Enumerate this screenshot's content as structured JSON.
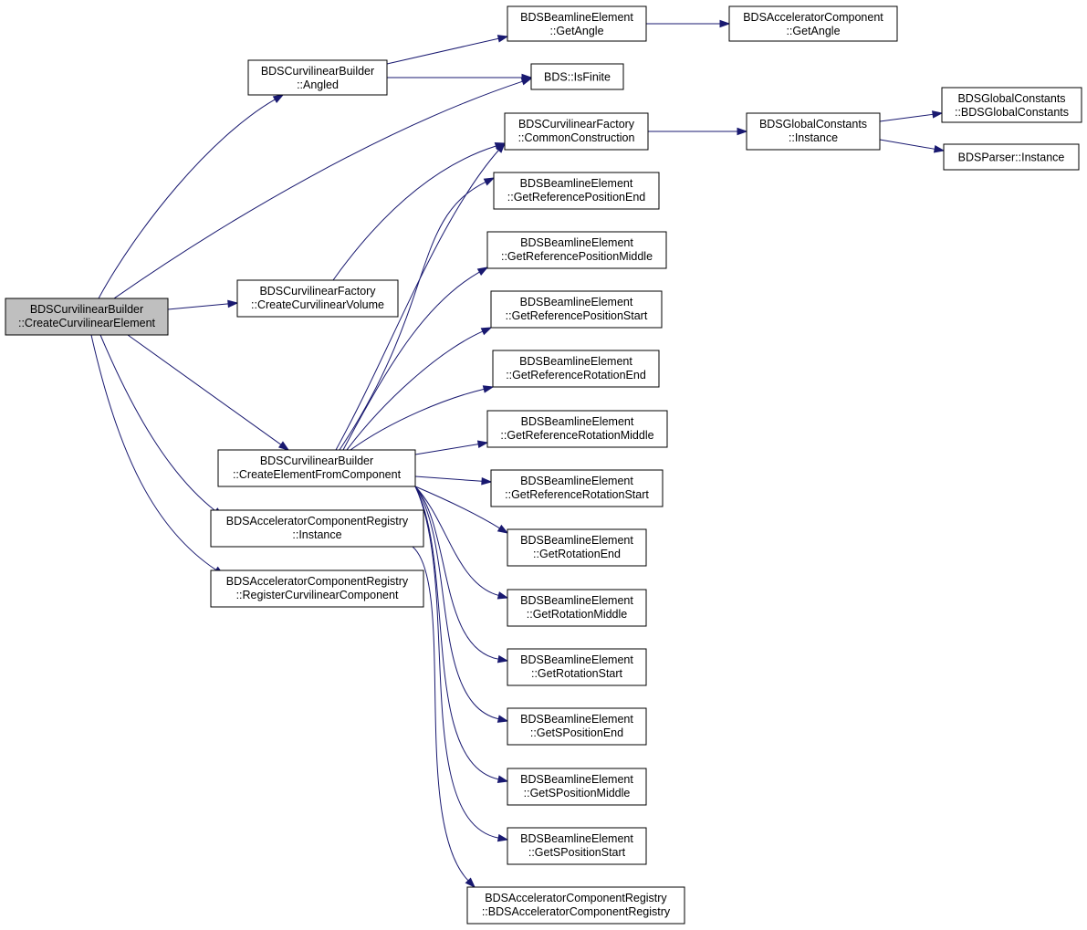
{
  "nodes": {
    "create_curvilinear_element": {
      "line1": "BDSCurvilinearBuilder",
      "line2": "::CreateCurvilinearElement",
      "highlighted": true
    },
    "angled": {
      "line1": "BDSCurvilinearBuilder",
      "line2": "::Angled"
    },
    "bds_is_finite": {
      "line1": "BDS::IsFinite",
      "line2": ""
    },
    "beamline_get_angle": {
      "line1": "BDSBeamlineElement",
      "line2": "::GetAngle"
    },
    "accelerator_get_angle": {
      "line1": "BDSAcceleratorComponent",
      "line2": "::GetAngle"
    },
    "create_curvilinear_volume": {
      "line1": "BDSCurvilinearFactory",
      "line2": "::CreateCurvilinearVolume"
    },
    "common_construction": {
      "line1": "BDSCurvilinearFactory",
      "line2": "::CommonConstruction"
    },
    "global_constants_instance": {
      "line1": "BDSGlobalConstants",
      "line2": "::Instance"
    },
    "global_constants_ctor": {
      "line1": "BDSGlobalConstants",
      "line2": "::BDSGlobalConstants"
    },
    "parser_instance": {
      "line1": "BDSParser::Instance",
      "line2": ""
    },
    "create_element_from_component": {
      "line1": "BDSCurvilinearBuilder",
      "line2": "::CreateElementFromComponent"
    },
    "registry_instance": {
      "line1": "BDSAcceleratorComponentRegistry",
      "line2": "::Instance"
    },
    "register_curvilinear_component": {
      "line1": "BDSAcceleratorComponentRegistry",
      "line2": "::RegisterCurvilinearComponent"
    },
    "get_ref_pos_end": {
      "line1": "BDSBeamlineElement",
      "line2": "::GetReferencePositionEnd"
    },
    "get_ref_pos_middle": {
      "line1": "BDSBeamlineElement",
      "line2": "::GetReferencePositionMiddle"
    },
    "get_ref_pos_start": {
      "line1": "BDSBeamlineElement",
      "line2": "::GetReferencePositionStart"
    },
    "get_ref_rot_end": {
      "line1": "BDSBeamlineElement",
      "line2": "::GetReferenceRotationEnd"
    },
    "get_ref_rot_middle": {
      "line1": "BDSBeamlineElement",
      "line2": "::GetReferenceRotationMiddle"
    },
    "get_ref_rot_start": {
      "line1": "BDSBeamlineElement",
      "line2": "::GetReferenceRotationStart"
    },
    "get_rot_end": {
      "line1": "BDSBeamlineElement",
      "line2": "::GetRotationEnd"
    },
    "get_rot_middle": {
      "line1": "BDSBeamlineElement",
      "line2": "::GetRotationMiddle"
    },
    "get_rot_start": {
      "line1": "BDSBeamlineElement",
      "line2": "::GetRotationStart"
    },
    "get_s_pos_end": {
      "line1": "BDSBeamlineElement",
      "line2": "::GetSPositionEnd"
    },
    "get_s_pos_middle": {
      "line1": "BDSBeamlineElement",
      "line2": "::GetSPositionMiddle"
    },
    "get_s_pos_start": {
      "line1": "BDSBeamlineElement",
      "line2": "::GetSPositionStart"
    },
    "registry_ctor": {
      "line1": "BDSAcceleratorComponentRegistry",
      "line2": "::BDSAcceleratorComponentRegistry"
    }
  },
  "edges": [
    {
      "from": "create_curvilinear_element",
      "to": "angled"
    },
    {
      "from": "create_curvilinear_element",
      "to": "bds_is_finite"
    },
    {
      "from": "create_curvilinear_element",
      "to": "create_curvilinear_volume"
    },
    {
      "from": "create_curvilinear_element",
      "to": "create_element_from_component"
    },
    {
      "from": "create_curvilinear_element",
      "to": "registry_instance"
    },
    {
      "from": "create_curvilinear_element",
      "to": "register_curvilinear_component"
    },
    {
      "from": "angled",
      "to": "beamline_get_angle"
    },
    {
      "from": "angled",
      "to": "bds_is_finite"
    },
    {
      "from": "beamline_get_angle",
      "to": "accelerator_get_angle"
    },
    {
      "from": "create_curvilinear_volume",
      "to": "common_construction"
    },
    {
      "from": "common_construction",
      "to": "global_constants_instance"
    },
    {
      "from": "global_constants_instance",
      "to": "global_constants_ctor"
    },
    {
      "from": "global_constants_instance",
      "to": "parser_instance"
    },
    {
      "from": "create_element_from_component",
      "to": "common_construction"
    },
    {
      "from": "create_element_from_component",
      "to": "get_ref_pos_end"
    },
    {
      "from": "create_element_from_component",
      "to": "get_ref_pos_middle"
    },
    {
      "from": "create_element_from_component",
      "to": "get_ref_pos_start"
    },
    {
      "from": "create_element_from_component",
      "to": "get_ref_rot_end"
    },
    {
      "from": "create_element_from_component",
      "to": "get_ref_rot_middle"
    },
    {
      "from": "create_element_from_component",
      "to": "get_ref_rot_start"
    },
    {
      "from": "create_element_from_component",
      "to": "get_rot_end"
    },
    {
      "from": "create_element_from_component",
      "to": "get_rot_middle"
    },
    {
      "from": "create_element_from_component",
      "to": "get_rot_start"
    },
    {
      "from": "create_element_from_component",
      "to": "get_s_pos_end"
    },
    {
      "from": "create_element_from_component",
      "to": "get_s_pos_middle"
    },
    {
      "from": "create_element_from_component",
      "to": "get_s_pos_start"
    },
    {
      "from": "registry_instance",
      "to": "registry_ctor"
    }
  ],
  "colors": {
    "edge": "#191970",
    "highlighted_node": "#bfbfbf",
    "node_fill": "#ffffff",
    "node_border": "#000000"
  }
}
